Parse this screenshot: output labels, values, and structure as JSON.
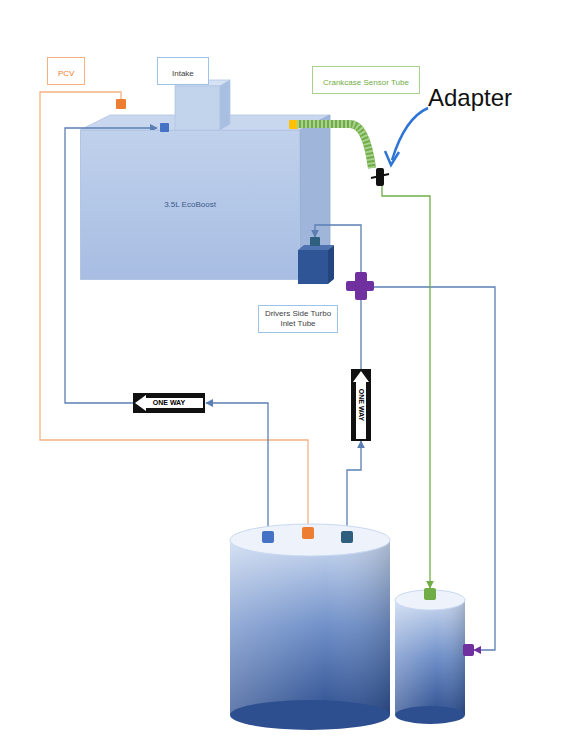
{
  "diagram": {
    "nodes": [
      {
        "text": [
          "PCV"
        ]
      },
      {
        "text": [
          "Intake"
        ]
      },
      {
        "text": [
          "Crankcase Sensor Tube"
        ]
      },
      {
        "text": [
          "3.5L EcoBoost"
        ]
      },
      {
        "text": [
          "Drivers Side Turbo Inlet Tube"
        ]
      },
      {
        "text": [
          "ONE WAY"
        ]
      },
      {
        "text": [
          "ONE WAY"
        ]
      }
    ],
    "edges": [
      {
        "from": 5,
        "to": 1,
        "arrow": "to"
      },
      {
        "from": 6,
        "to": 4,
        "arrow": "to"
      }
    ],
    "labels": [
      "Adapter"
    ]
  }
}
